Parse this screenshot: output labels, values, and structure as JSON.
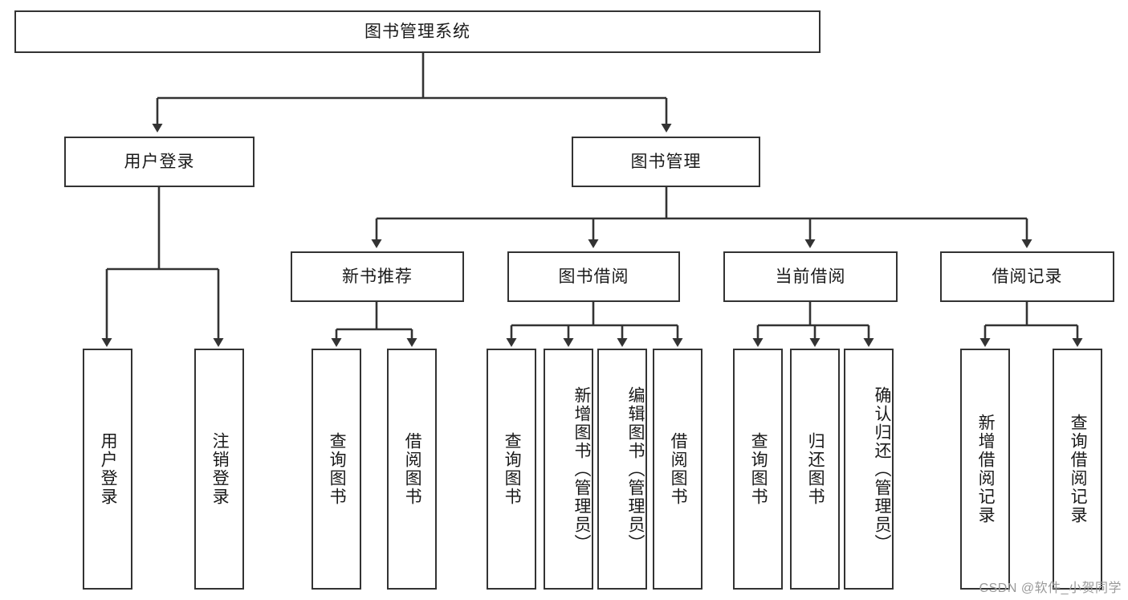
{
  "diagram": {
    "type": "tree-hierarchy-flowchart",
    "title": "图书管理系统",
    "orientation": "top-down",
    "levels": 4,
    "style": {
      "box_fill": "#ffffff",
      "box_border": "#333333",
      "connector": "#333333",
      "text": "#1a1a1a",
      "background": "#ffffff"
    },
    "nodes": {
      "root": {
        "id": "root",
        "label": "图书管理系统",
        "level": 0
      },
      "login": {
        "id": "login",
        "label": "用户登录",
        "level": 1
      },
      "bookmgmt": {
        "id": "bookmgmt",
        "label": "图书管理",
        "level": 1
      },
      "newbook": {
        "id": "newbook",
        "label": "新书推荐",
        "level": 2
      },
      "borrow": {
        "id": "borrow",
        "label": "图书借阅",
        "level": 2
      },
      "current": {
        "id": "current",
        "label": "当前借阅",
        "level": 2
      },
      "records": {
        "id": "records",
        "label": "借阅记录",
        "level": 2
      },
      "leaf_user_login": {
        "id": "leaf_user_login",
        "label": "用户登录",
        "level": 3,
        "parent": "login"
      },
      "leaf_logout": {
        "id": "leaf_logout",
        "label": "注销登录",
        "level": 3,
        "parent": "login"
      },
      "leaf_query_book_1": {
        "id": "leaf_query_book_1",
        "label": "查询图书",
        "level": 3,
        "parent": "newbook"
      },
      "leaf_borrow_book_1": {
        "id": "leaf_borrow_book_1",
        "label": "借阅图书",
        "level": 3,
        "parent": "newbook"
      },
      "leaf_query_book_2": {
        "id": "leaf_query_book_2",
        "label": "查询图书",
        "level": 3,
        "parent": "borrow"
      },
      "leaf_add_book": {
        "id": "leaf_add_book",
        "label": "新增图书（管理员）",
        "level": 3,
        "parent": "borrow"
      },
      "leaf_edit_book": {
        "id": "leaf_edit_book",
        "label": "编辑图书（管理员）",
        "level": 3,
        "parent": "borrow"
      },
      "leaf_borrow_book_2": {
        "id": "leaf_borrow_book_2",
        "label": "借阅图书",
        "level": 3,
        "parent": "borrow"
      },
      "leaf_query_book_3": {
        "id": "leaf_query_book_3",
        "label": "查询图书",
        "level": 3,
        "parent": "current"
      },
      "leaf_return_book": {
        "id": "leaf_return_book",
        "label": "归还图书",
        "level": 3,
        "parent": "current"
      },
      "leaf_confirm_return": {
        "id": "leaf_confirm_return",
        "label": "确认归还（管理员）",
        "level": 3,
        "parent": "current"
      },
      "leaf_add_record": {
        "id": "leaf_add_record",
        "label": "新增借阅记录",
        "level": 3,
        "parent": "records"
      },
      "leaf_query_record": {
        "id": "leaf_query_record",
        "label": "查询借阅记录",
        "level": 3,
        "parent": "records"
      }
    }
  },
  "watermark": {
    "text": "CSDN @软件_小贺同学"
  }
}
